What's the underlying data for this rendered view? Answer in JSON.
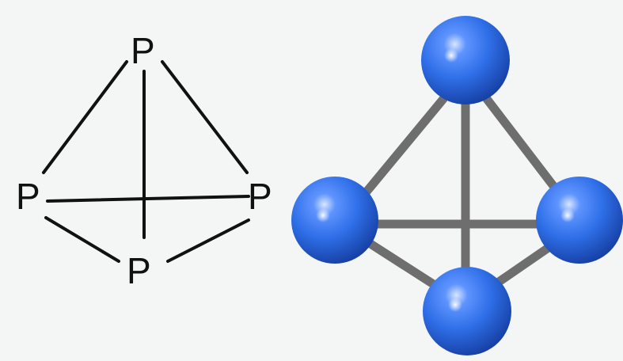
{
  "structural_formula": {
    "atoms": [
      {
        "id": "top",
        "symbol": "P"
      },
      {
        "id": "left",
        "symbol": "P"
      },
      {
        "id": "right",
        "symbol": "P"
      },
      {
        "id": "bottom",
        "symbol": "P"
      }
    ]
  },
  "ball_and_stick_model": {
    "atom_color": "#2f6fe8",
    "bond_color": "#6e6e6e"
  },
  "colors": {
    "background": "#f4f6f6",
    "line": "#111111"
  }
}
